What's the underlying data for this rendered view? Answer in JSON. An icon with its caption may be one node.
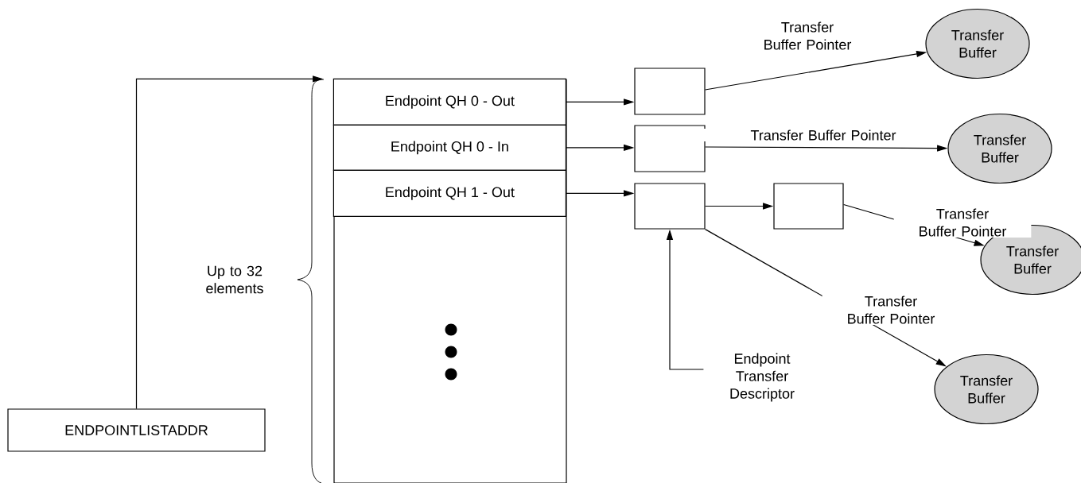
{
  "diagram": {
    "nodes": [
      {
        "text": [
          "ENDPOINTLISTADDR"
        ]
      },
      {
        "text": [],
        "shape": "box"
      },
      {
        "text": [
          "Endpoint QH 0 - Out"
        ],
        "in": 1
      },
      {
        "text": [
          "Endpoint QH 0 - In"
        ],
        "in": 1
      },
      {
        "text": [
          "Endpoint QH 1 - Out"
        ],
        "in": 1
      },
      {
        "text": [],
        "shape": "box"
      },
      {
        "text": [],
        "shape": "box"
      },
      {
        "text": [],
        "shape": "box"
      },
      {
        "text": [],
        "shape": "box"
      },
      {
        "text": [
          "Transfer Buffer"
        ]
      },
      {
        "text": [
          "Transfer Buffer"
        ]
      },
      {
        "text": [
          "Transfer Buffer"
        ]
      },
      {
        "text": [
          "Transfer Buffer"
        ]
      },
      {
        "text": [
          "Endpoint Transfer Descriptor"
        ]
      }
    ],
    "edges": [
      {
        "from": 0,
        "to": 1,
        "arrow": "to"
      },
      {
        "from": 2,
        "to": 5,
        "arrow": "to"
      },
      {
        "from": 3,
        "to": 6,
        "arrow": "to"
      },
      {
        "from": 4,
        "to": 7,
        "arrow": "to"
      },
      {
        "from": 5,
        "to": 9,
        "arrow": "to",
        "label": "Transfer Buffer Pointer"
      },
      {
        "from": 6,
        "to": 10,
        "arrow": "to",
        "label": "Transfer Buffer Pointer"
      },
      {
        "from": 7,
        "to": 8,
        "arrow": "to"
      },
      {
        "from": 8,
        "to": 11,
        "arrow": "to",
        "label": "Transfer Buffer Pointer"
      },
      {
        "from": 7,
        "to": 12,
        "arrow": "to",
        "label": "Transfer Buffer Pointer"
      },
      {
        "from": 13,
        "to": 7,
        "arrow": "to"
      }
    ],
    "labels": [
      "Up to 32 elements"
    ]
  }
}
